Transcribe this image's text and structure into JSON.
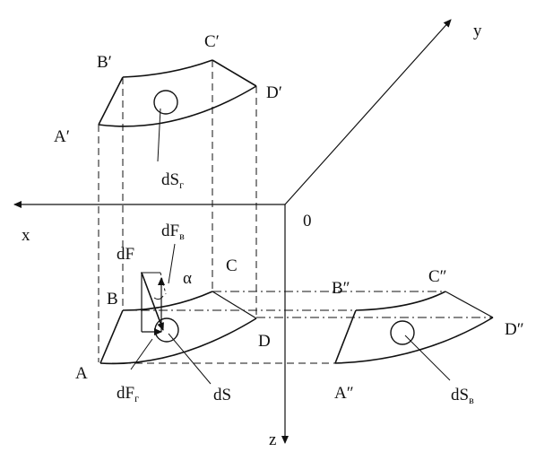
{
  "axes": {
    "x": "x",
    "y": "y",
    "z": "z",
    "origin": "0"
  },
  "points": {
    "a": "A",
    "b": "B",
    "c": "C",
    "d": "D",
    "a1": "A′",
    "b1": "B′",
    "c1": "C′",
    "d1": "D′",
    "a2": "A″",
    "b2": "B″",
    "c2": "C″",
    "d2": "D″"
  },
  "labels": {
    "dS": "dS",
    "dSg_main": "dS",
    "dSg_sub": "г",
    "dSv_main": "dS",
    "dSv_sub": "в",
    "dF": "dF",
    "dFv_main": "dF",
    "dFv_sub": "в",
    "dFg_main": "dF",
    "dFg_sub": "г",
    "alpha": "α"
  }
}
